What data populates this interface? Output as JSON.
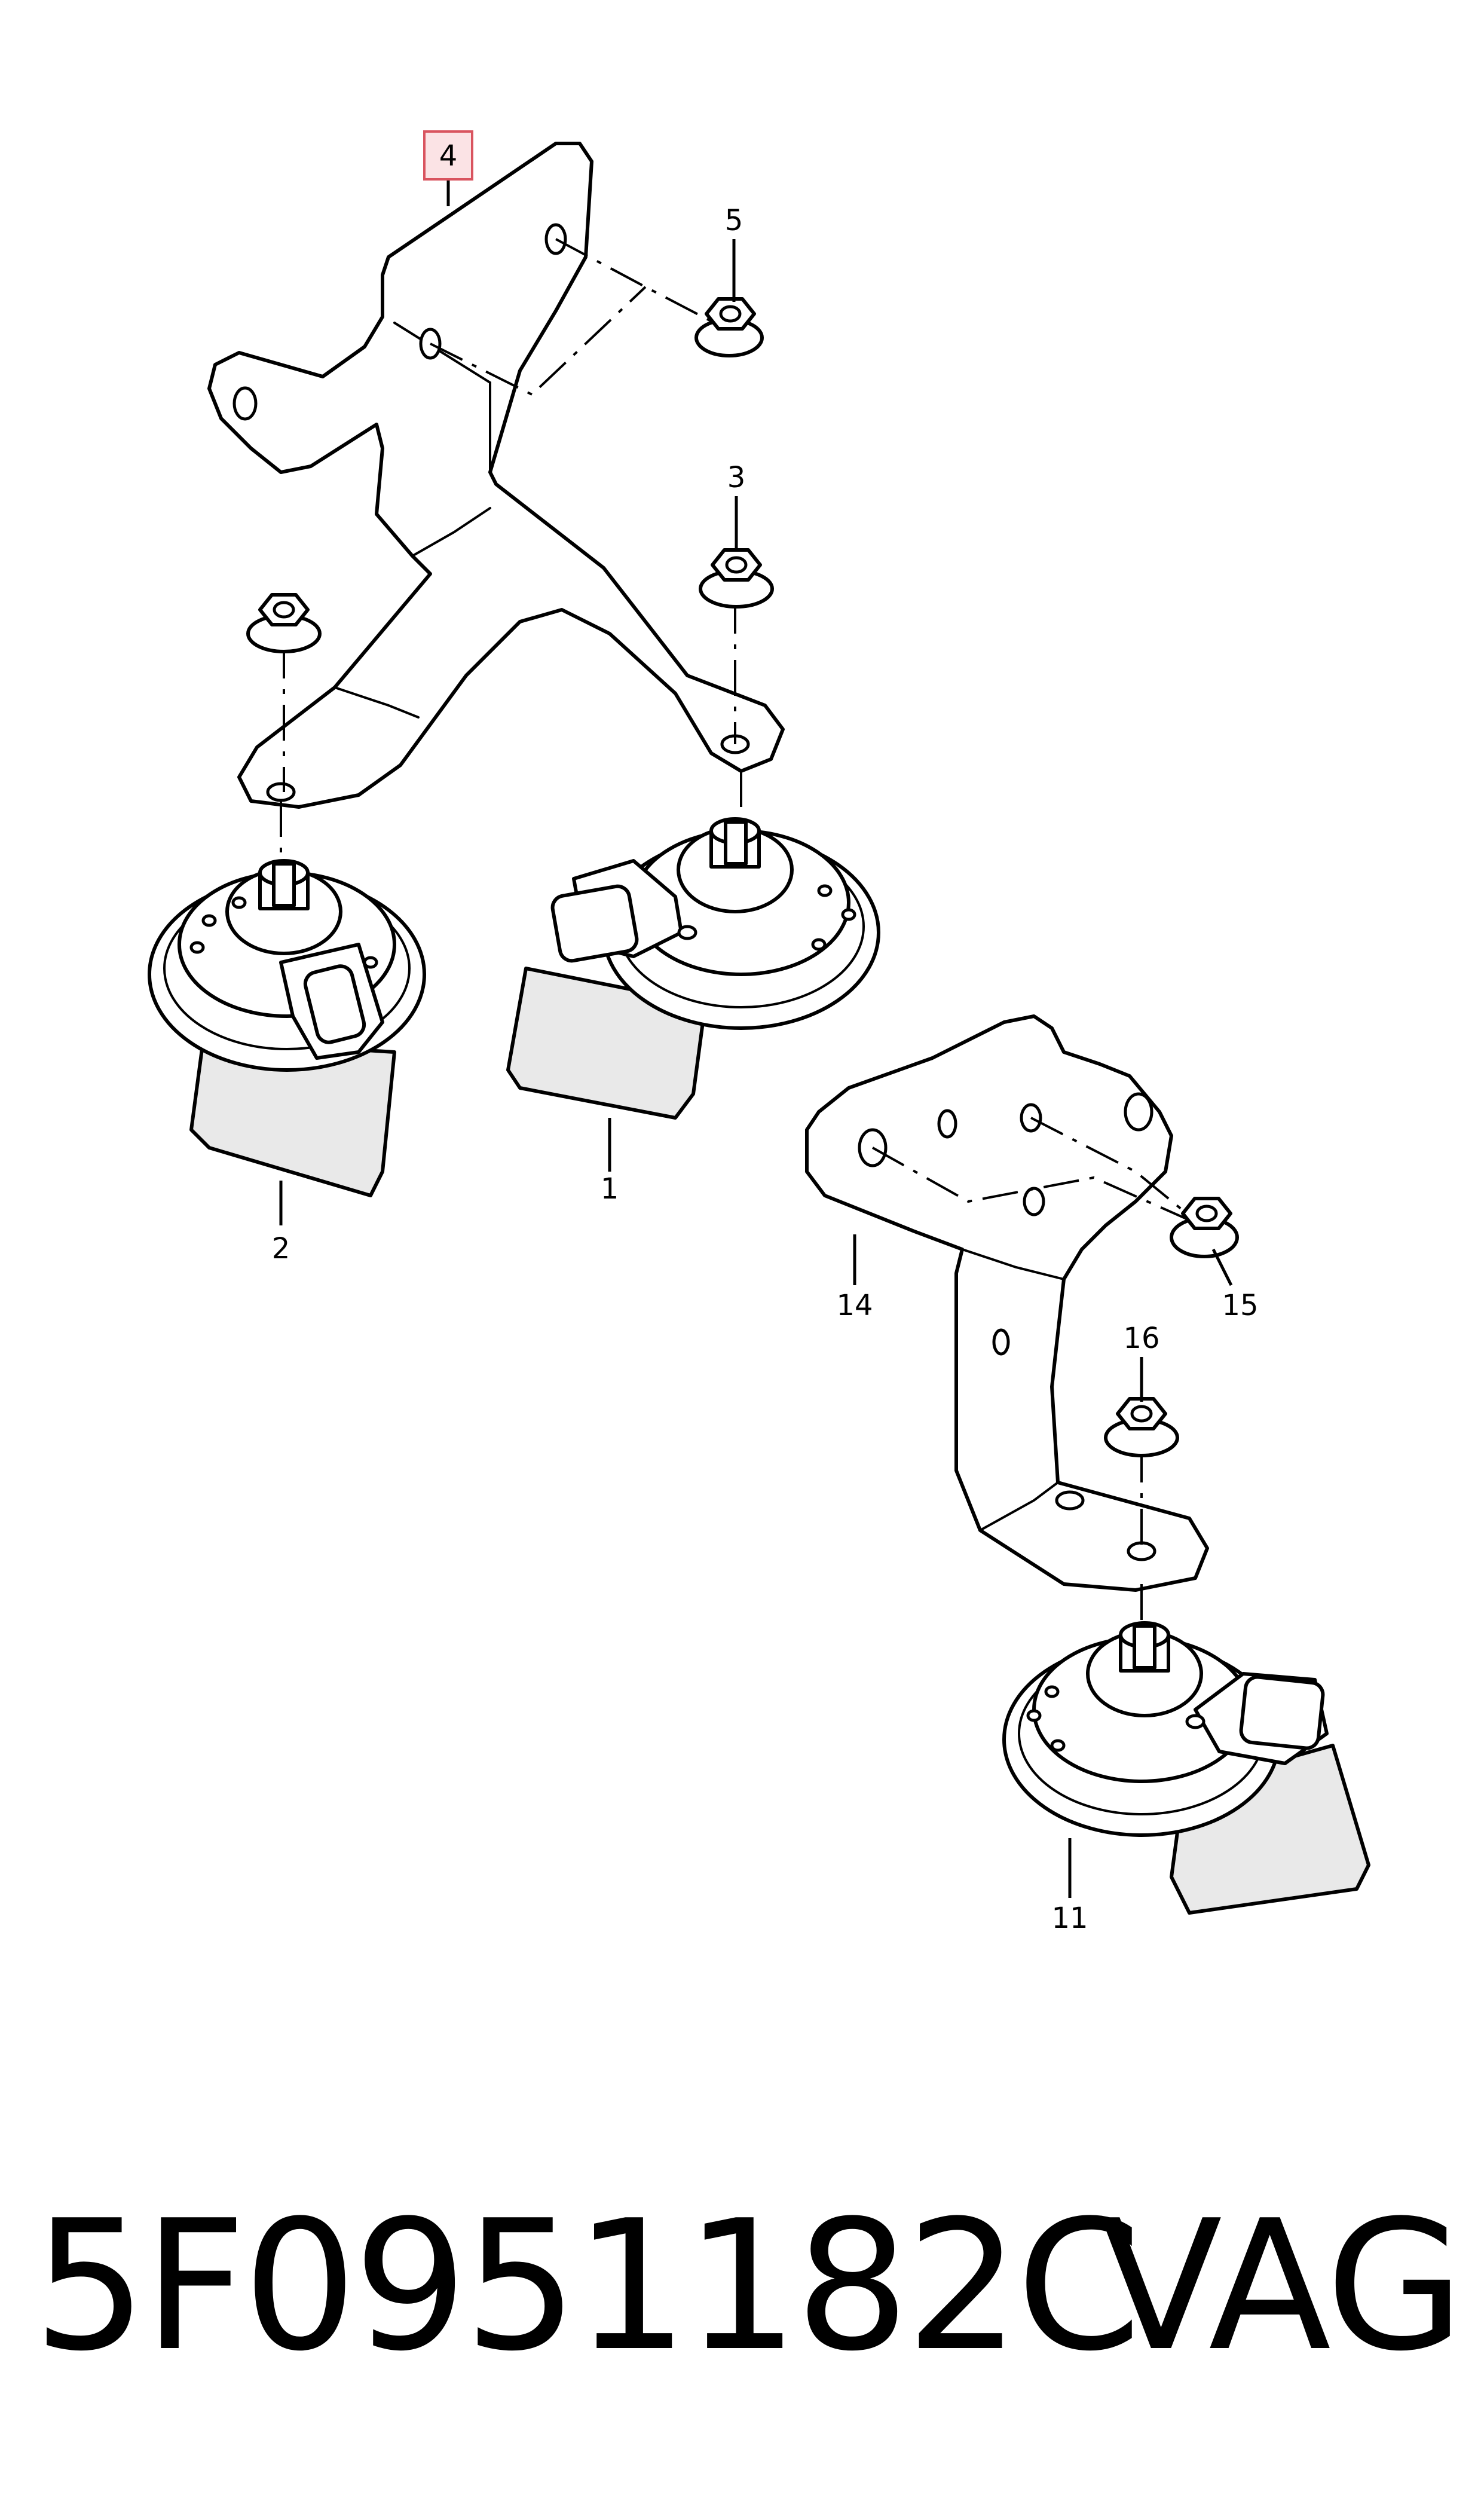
{
  "diagram": {
    "callouts": {
      "c1": "1",
      "c2": "2",
      "c3": "3",
      "c4": "4",
      "c5": "5",
      "c11": "11",
      "c14": "14",
      "c15": "15",
      "c16": "16"
    },
    "highlight_color": "#d9545f",
    "highlight_fill": "#fbe3e5"
  },
  "footer": {
    "part_number": "5F0951182C",
    "manufacturer": "VAG"
  }
}
